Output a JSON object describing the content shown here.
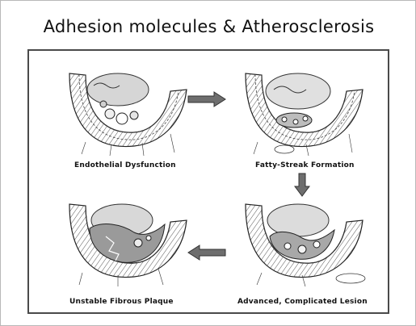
{
  "title": "Adhesion molecules & Atherosclerosis",
  "stages": [
    {
      "caption": "Endothelial Dysfunction"
    },
    {
      "caption": "Fatty-Streak Formation"
    },
    {
      "caption": "Advanced, Complicated Lesion"
    },
    {
      "caption": "Unstable Fibrous Plaque"
    }
  ],
  "colors": {
    "frame": "#4a4a4a",
    "arrow": "#6e6e6e",
    "ink": "#111111"
  }
}
